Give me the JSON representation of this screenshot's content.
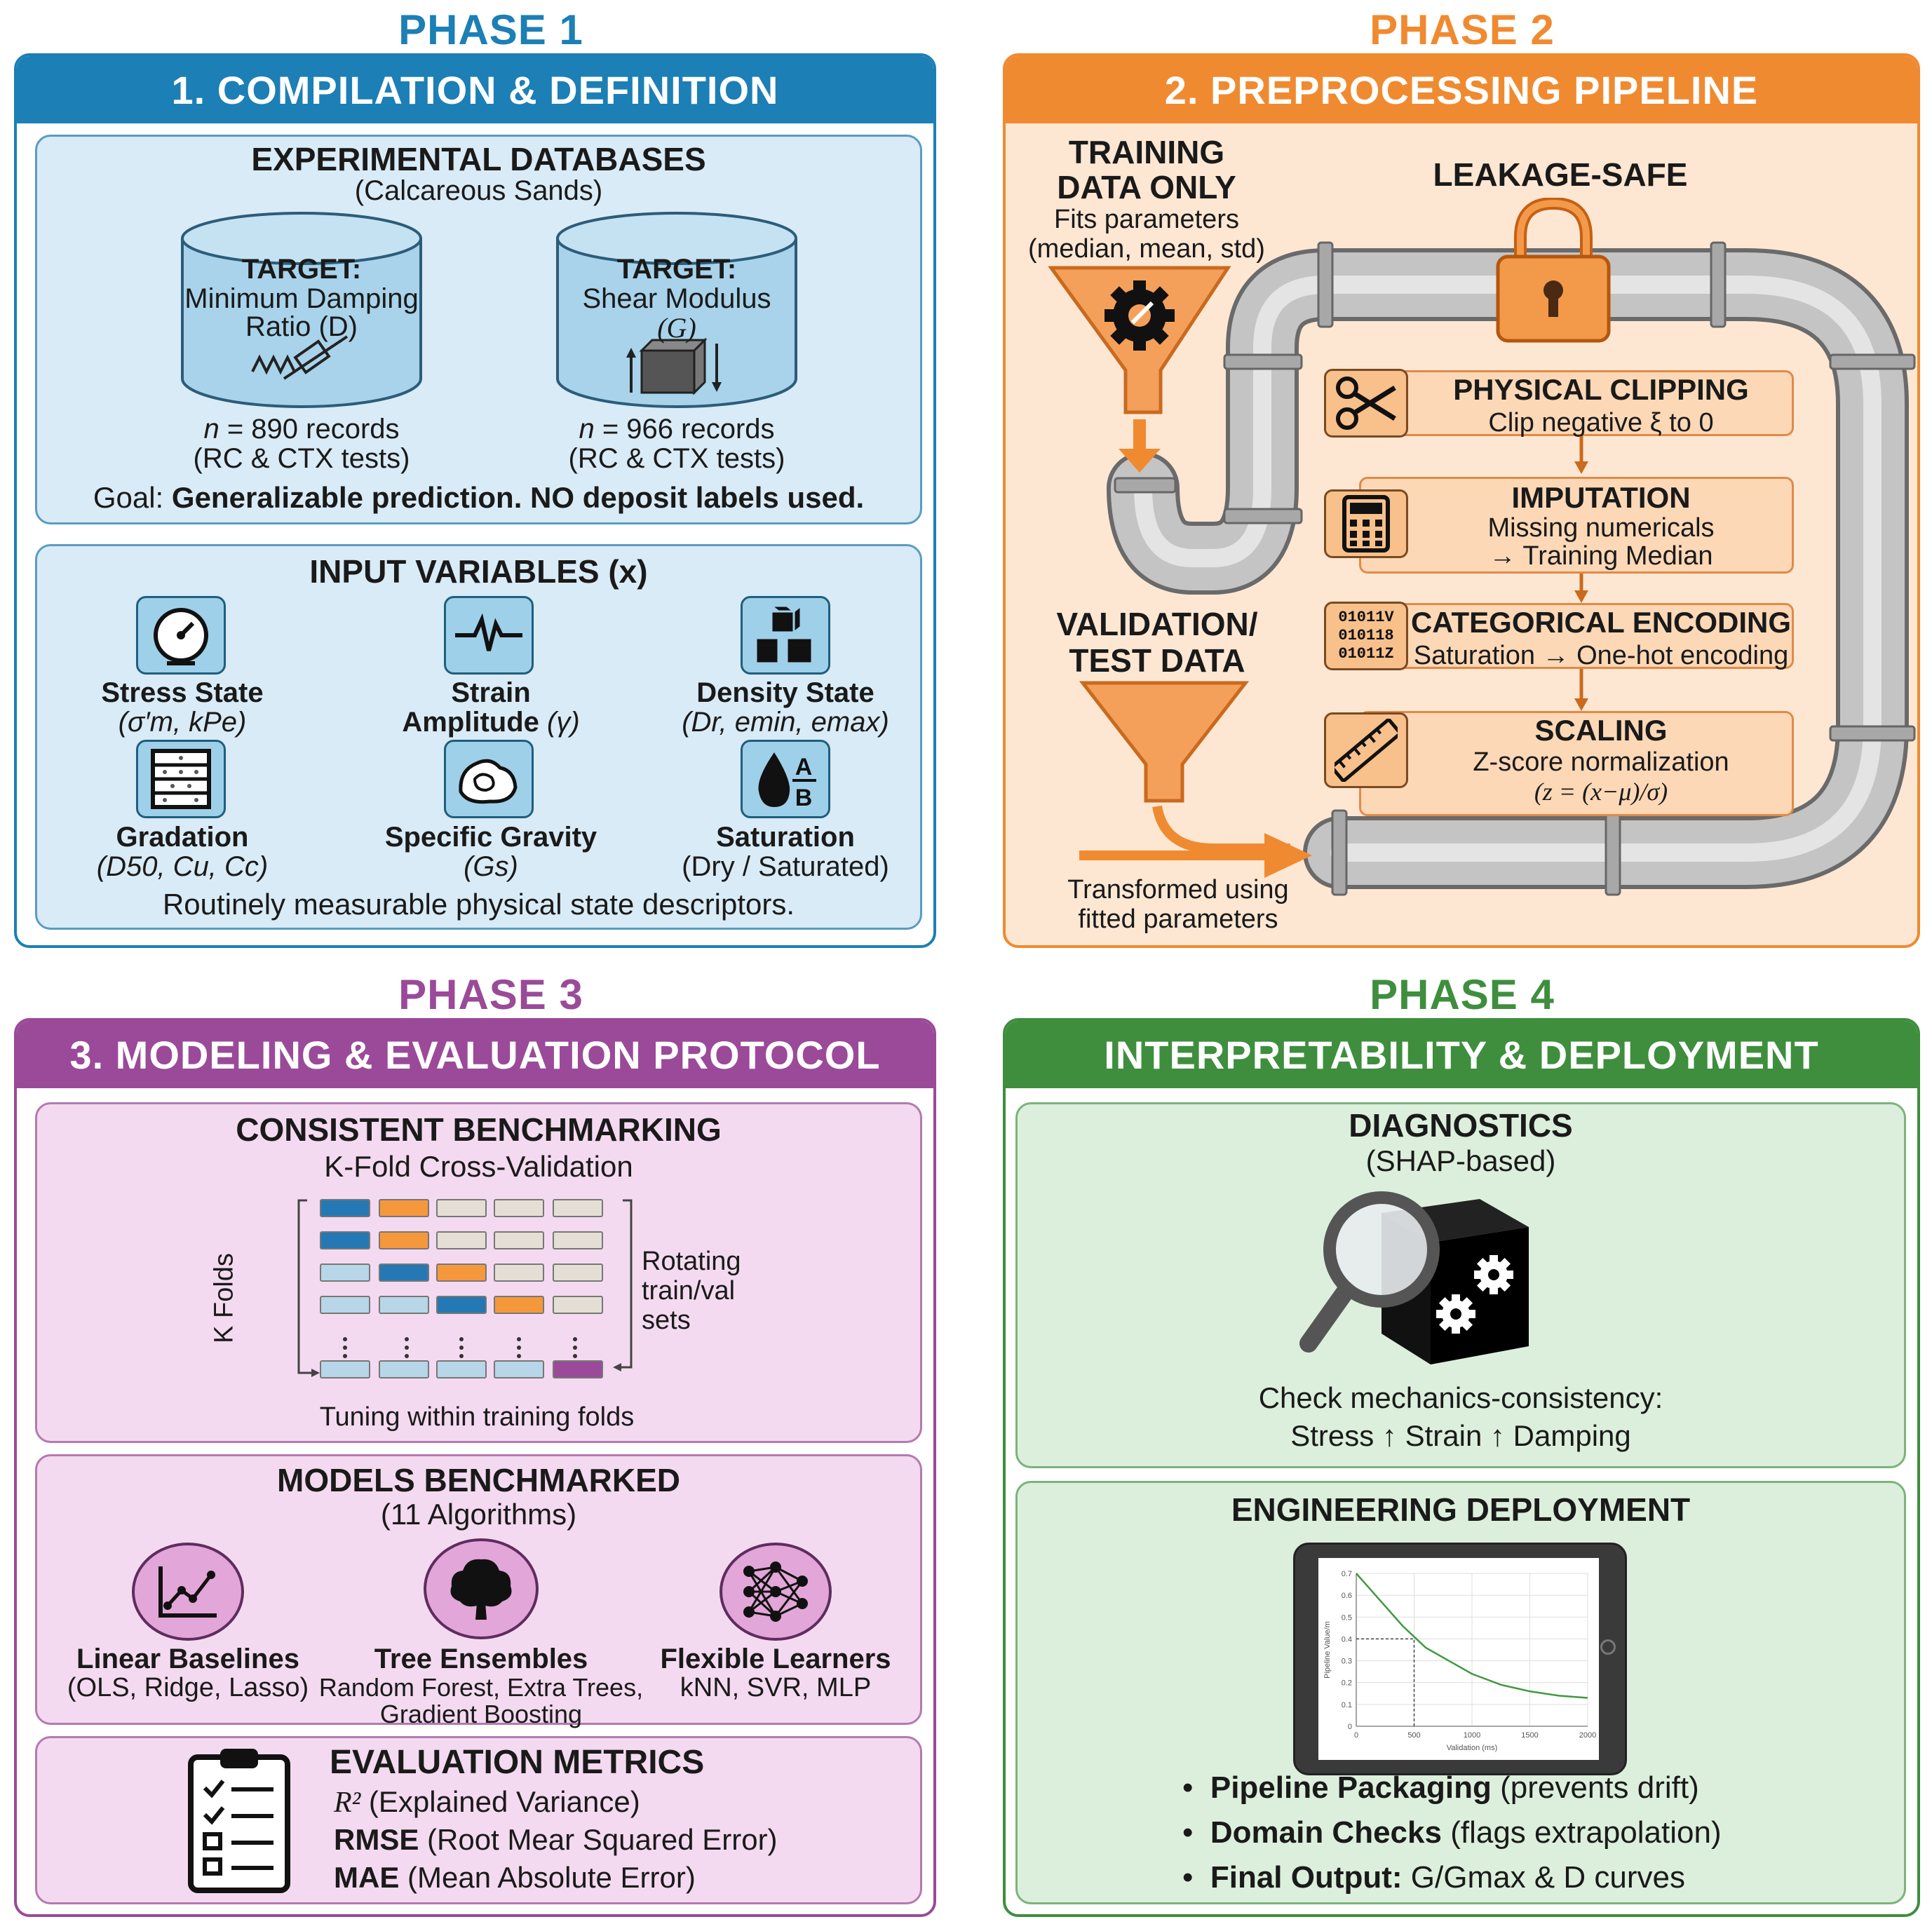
{
  "phase1": {
    "label": "PHASE 1",
    "title": "1. COMPILATION & DEFINITION",
    "databases": {
      "heading": "EXPERIMENTAL DATABASES",
      "sub": "(Calcareous Sands)",
      "cyl1": {
        "target": "TARGET:",
        "line1": "Minimum Damping",
        "line2": "Ratio (D)",
        "records": "= 890 records",
        "tests": "(RC & CTX tests)"
      },
      "cyl2": {
        "target": "TARGET:",
        "line1": "Shear Modulus",
        "line2": "(G)",
        "records": "= 966 records",
        "tests": "(RC & CTX tests)"
      },
      "n": "n",
      "goal_prefix": "Goal:",
      "goal_bold": "Generalizable prediction. NO deposit labels used."
    },
    "inputs": {
      "heading": "INPUT VARIABLES (x)",
      "items": [
        {
          "label": "Stress State",
          "detail": "(σ′m, kPe)"
        },
        {
          "label": "Strain",
          "label2": "Amplitude",
          "detail": "(γ)"
        },
        {
          "label": "Density State",
          "detail": "(Dr, emin, emax)"
        },
        {
          "label": "Gradation",
          "detail": "(D50, Cu, Cc)"
        },
        {
          "label": "Specific Gravity",
          "detail": "(Gs)"
        },
        {
          "label": "Saturation",
          "detail": "(Dry / Saturated)"
        }
      ],
      "footer": "Routinely measurable physical state descriptors.",
      "ab_a": "A",
      "ab_b": "B"
    }
  },
  "phase2": {
    "label": "PHASE 2",
    "title": "2. PREPROCESSING PIPELINE",
    "training_l1": "TRAINING",
    "training_l2": "DATA ONLY",
    "fits_l1": "Fits parameters",
    "fits_l2": "(median, mean, std)",
    "leakage": "LEAKAGE-SAFE",
    "validation_l1": "VALIDATION/",
    "validation_l2": "TEST DATA",
    "transformed_l1": "Transformed using",
    "transformed_l2": "fitted parameters",
    "steps": [
      {
        "title": "PHYSICAL CLIPPING",
        "l1": "Clip negative ξ to 0"
      },
      {
        "title": "IMPUTATION",
        "l1": "Missing numericals",
        "l2": "→ Training Median"
      },
      {
        "title": "CATEGORICAL ENCODING",
        "l1": "Saturation → One-hot encoding"
      },
      {
        "title": "SCALING",
        "l1": "Z-score normalization",
        "l2": "(z = (x−μ)/σ)"
      }
    ],
    "binary": [
      "01011V",
      "010118",
      "01011Z"
    ]
  },
  "phase3": {
    "label": "PHASE 3",
    "title": "3. MODELING & EVALUATION PROTOCOL",
    "bench": {
      "heading": "CONSISTENT BENCHMARKING",
      "sub": "K-Fold Cross-Validation",
      "kfolds": "K Folds",
      "rot1": "Rotating",
      "rot2": "train/val",
      "rot3": "sets",
      "tuning": "Tuning within training folds"
    },
    "models": {
      "heading": "MODELS BENCHMARKED",
      "sub": "(11 Algorithms)",
      "items": [
        {
          "title": "Linear Baselines",
          "l1": "(OLS, Ridge, Lasso)"
        },
        {
          "title": "Tree Ensembles",
          "l1": "Random Forest, Extra Trees,",
          "l2": "Gradient Boosting"
        },
        {
          "title": "Flexible Learners",
          "l1": "kNN, SVR, MLP"
        }
      ]
    },
    "metrics": {
      "heading": "EVALUATION METRICS",
      "items": [
        {
          "b": "R²",
          "t": " (Explained Variance)"
        },
        {
          "b": "RMSE",
          "t": " (Root Mear Squared Error)"
        },
        {
          "b": "MAE",
          "t": " (Mean Absolute Error)"
        }
      ]
    }
  },
  "phase4": {
    "label": "PHASE 4",
    "title": "INTERPRETABILITY & DEPLOYMENT",
    "diag": {
      "heading": "DIAGNOSTICS",
      "sub": "(SHAP-based)",
      "check1": "Check mechanics-consistency:",
      "check2": "Stress ↑ Strain ↑ Damping"
    },
    "deploy": {
      "heading": "ENGINEERING DEPLOYMENT",
      "bullets": [
        {
          "b": "Pipeline Packaging",
          "t": " (prevents drift)"
        },
        {
          "b": "Domain Checks",
          "t": " (flags extrapolation)"
        },
        {
          "b": "Final Output:",
          "t": " G/Gmax & D curves"
        }
      ],
      "chart_data": {
        "type": "line",
        "x": [
          0,
          100,
          250,
          400,
          500,
          600,
          800,
          1000,
          1250,
          1500,
          1750,
          2000
        ],
        "values": [
          0.7,
          0.64,
          0.55,
          0.46,
          0.41,
          0.36,
          0.3,
          0.24,
          0.19,
          0.16,
          0.14,
          0.13
        ],
        "yticks": [
          "0",
          "0.1",
          "0.2",
          "0.3",
          "0.4",
          "0.5",
          "0.6",
          "0.7"
        ],
        "xticks": [
          "0",
          "500",
          "1000",
          "1500",
          "2000"
        ],
        "xlabel": "Validation (ms)",
        "ylabel": "Pipeline Value/m",
        "xlim": [
          0,
          2000
        ],
        "ylim": [
          0,
          0.7
        ],
        "marker_x": 500,
        "marker_y": 0.4,
        "line_color": "#3f9a3f"
      }
    }
  },
  "colors": {
    "p1": "#1c7fb5",
    "p2": "#f08a30",
    "p3": "#9a4a98",
    "p4": "#3e8e3e"
  }
}
